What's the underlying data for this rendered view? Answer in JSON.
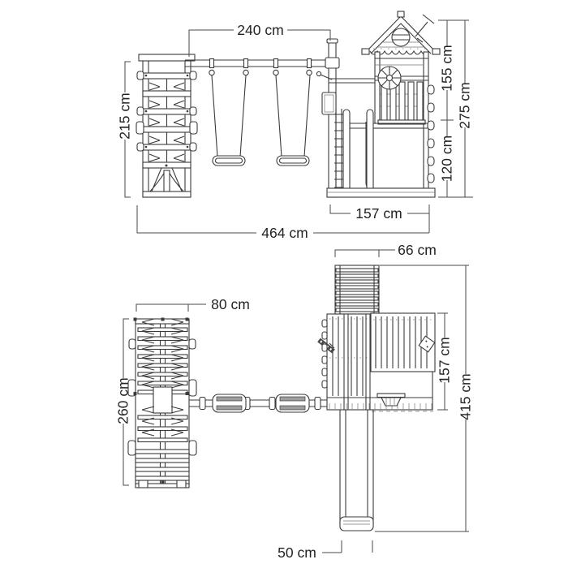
{
  "diagram": {
    "subject": "wooden-playset-dimension-drawing",
    "colors": {
      "line": "#3b3b3b",
      "dimension_line": "#4a4a4a",
      "label_text": "#232323",
      "background": "#ffffff",
      "seat_fill": "#9e9e9e"
    },
    "dims_front": {
      "swing_beam_width": "240 cm",
      "climbing_frame_height": "215 cm",
      "upper_height": "155 cm",
      "total_height": "275 cm",
      "platform_height": "120 cm",
      "tower_width": "157 cm",
      "total_width": "464 cm"
    },
    "dims_plan": {
      "climbing_frame_width": "80 cm",
      "ladder_width": "66 cm",
      "climbing_frame_depth": "260 cm",
      "tower_depth": "157 cm",
      "total_depth": "415 cm",
      "slide_width": "50 cm"
    }
  }
}
